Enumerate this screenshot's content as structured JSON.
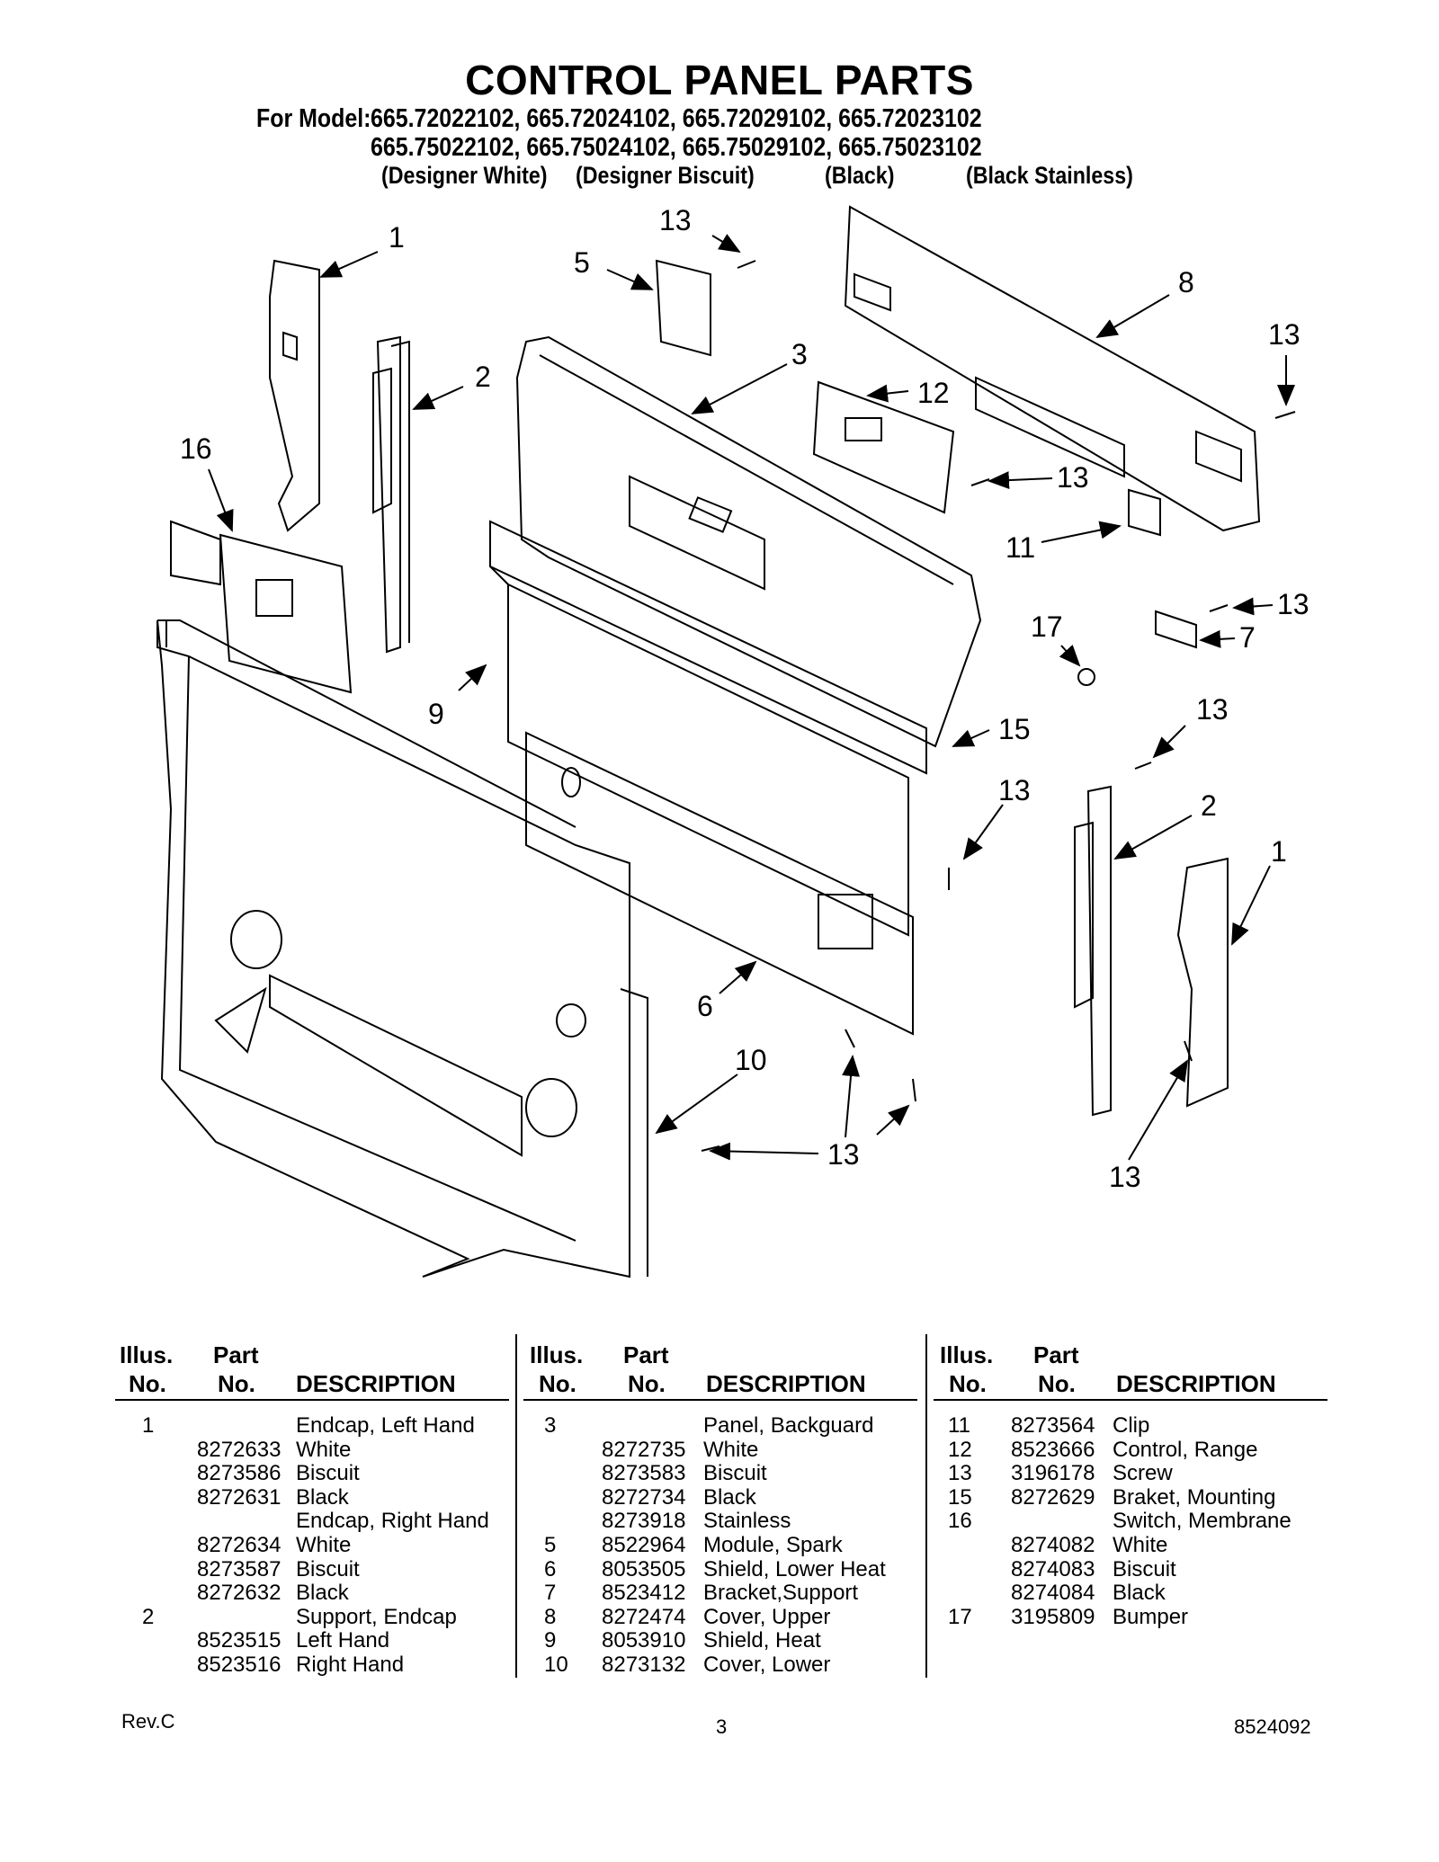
{
  "title": "CONTROL PANEL PARTS",
  "model_label": "For Model:",
  "models_line1": "665.72022102, 665.72024102, 665.72029102, 665.72023102",
  "models_line2": "665.75022102, 665.75024102, 665.75029102, 665.75023102",
  "colors": [
    "(Designer White)",
    "(Designer Biscuit)",
    "(Black)",
    "(Black Stainless)"
  ],
  "callouts": {
    "c1a": "1",
    "c2a": "2",
    "c3": "3",
    "c5": "5",
    "c8": "8",
    "c12": "12",
    "c13a": "13",
    "c13b": "13",
    "c13c": "13",
    "c13d": "13",
    "c13e": "13",
    "c13f": "13",
    "c13g": "13",
    "c13h": "13",
    "c11": "11",
    "c7": "7",
    "c17": "17",
    "c15": "15",
    "c16": "16",
    "c9": "9",
    "c6": "6",
    "c10": "10",
    "c2b": "2",
    "c1b": "1"
  },
  "table": {
    "h_illus": "Illus.",
    "h_no": "No.",
    "h_part": "Part",
    "h_partno": "No.",
    "h_desc": "DESCRIPTION",
    "col1_illus": [
      "1",
      "",
      "",
      "",
      "",
      "",
      "",
      "",
      "2",
      "",
      ""
    ],
    "col1_part": [
      "",
      "8272633",
      "8273586",
      "8272631",
      "",
      "8272634",
      "8273587",
      "8272632",
      "",
      "8523515",
      "8523516"
    ],
    "col1_desc": [
      "Endcap, Left Hand",
      "White",
      "Biscuit",
      "Black",
      "Endcap, Right Hand",
      "White",
      "Biscuit",
      "Black",
      "Support, Endcap",
      "Left Hand",
      "Right Hand"
    ],
    "col2_illus": [
      "3",
      "",
      "",
      "",
      "",
      "5",
      "6",
      "7",
      "8",
      "9",
      "10"
    ],
    "col2_part": [
      "",
      "8272735",
      "8273583",
      "8272734",
      "8273918",
      "8522964",
      "8053505",
      "8523412",
      "8272474",
      "8053910",
      "8273132"
    ],
    "col2_desc": [
      "Panel, Backguard",
      "White",
      "Biscuit",
      "Black",
      "Stainless",
      "Module, Spark",
      "Shield, Lower Heat",
      "Bracket,Support",
      "Cover, Upper",
      "Shield, Heat",
      "Cover, Lower"
    ],
    "col3_illus": [
      "11",
      "12",
      "13",
      "15",
      "16",
      "",
      "",
      "",
      "17"
    ],
    "col3_part": [
      "8273564",
      "8523666",
      "3196178",
      "8272629",
      "",
      "8274082",
      "8274083",
      "8274084",
      "3195809"
    ],
    "col3_desc": [
      "Clip",
      "Control, Range",
      "Screw",
      "Braket, Mounting",
      "Switch, Membrane",
      "White",
      "Biscuit",
      "Black",
      "Bumper"
    ]
  },
  "footer": {
    "rev": "Rev.C",
    "page": "3",
    "docno": "8524092"
  }
}
